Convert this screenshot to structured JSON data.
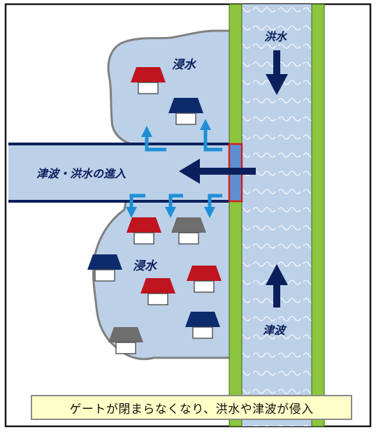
{
  "labels": {
    "flood_upper": "浸水",
    "flood_lower": "浸水",
    "intrusion": "津波・洪水の進入",
    "river_flood": "洪水",
    "tsunami": "津波"
  },
  "caption": "ゲートが閉まらなくなり、洪水や津波が侵入",
  "colors": {
    "water": "#bcd0e8",
    "outline": "#808080",
    "embankment": "#8cc63f",
    "arrow_dark": "#0b1f5c",
    "arrow_blue": "#1e8fd6",
    "gate": "#d42020",
    "roof_red": "#c0141e",
    "roof_navy": "#0d2b6b",
    "roof_gray": "#6e6e6e",
    "caption_bg": "#ffffc8"
  }
}
